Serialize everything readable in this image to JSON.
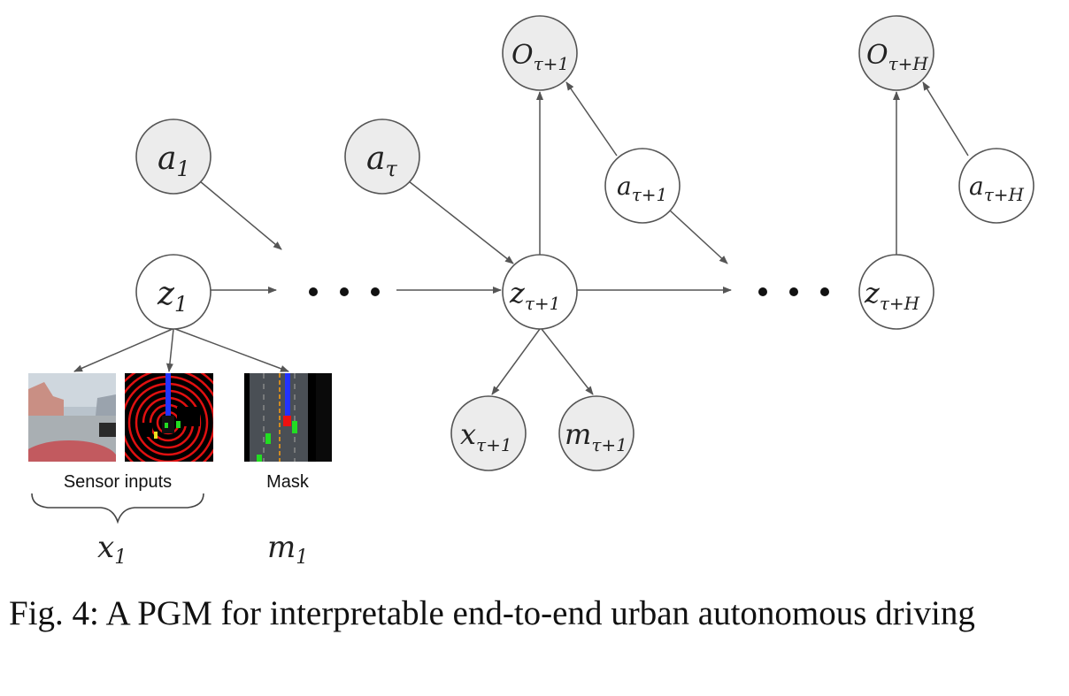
{
  "nodes": [
    {
      "id": "a1",
      "base": "a",
      "sub": "1",
      "shaded": true
    },
    {
      "id": "z1",
      "base": "z",
      "sub": "1",
      "shaded": false
    },
    {
      "id": "a_tau",
      "base": "a",
      "sub": "τ",
      "shaded": true
    },
    {
      "id": "z_tau1",
      "base": "z",
      "sub": "τ+1",
      "shaded": false
    },
    {
      "id": "o_tau1",
      "base": "O",
      "sub": "τ+1",
      "shaded": true
    },
    {
      "id": "a_tau1",
      "base": "a",
      "sub": "τ+1",
      "shaded": false
    },
    {
      "id": "x_tau1",
      "base": "x",
      "sub": "τ+1",
      "shaded": true
    },
    {
      "id": "m_tau1",
      "base": "m",
      "sub": "τ+1",
      "shaded": true
    },
    {
      "id": "o_tauH",
      "base": "O",
      "sub": "τ+H",
      "shaded": true
    },
    {
      "id": "a_tauH",
      "base": "a",
      "sub": "τ+H",
      "shaded": false
    },
    {
      "id": "z_tauH",
      "base": "z",
      "sub": "τ+H",
      "shaded": false
    }
  ],
  "labels": {
    "sensor_inputs": "Sensor inputs",
    "mask": "Mask",
    "x1_base": "x",
    "x1_sub": "1",
    "m1_base": "m",
    "m1_sub": "1"
  },
  "caption": "Fig. 4: A PGM for interpretable end-to-end urban autonomous driving",
  "colors": {
    "node_shaded_fill": "#ececec",
    "node_stroke": "#555555",
    "lidar_red": "#e01010",
    "lidar_blue": "#2233ff",
    "mask_green": "#22dd22"
  }
}
